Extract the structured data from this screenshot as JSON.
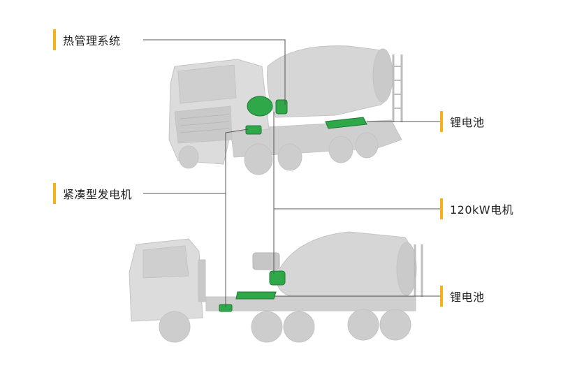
{
  "labels": {
    "thermal": "热管理系统",
    "battery_top": "锂电池",
    "generator": "紧凑型发电机",
    "motor": "120kW电机",
    "battery_bottom": "锂电池"
  },
  "colors": {
    "accent_bar": "#f3b21b",
    "component_green": "#2fa84a",
    "truck_gray": "#d4d4d4",
    "leader_line": "#555555"
  }
}
